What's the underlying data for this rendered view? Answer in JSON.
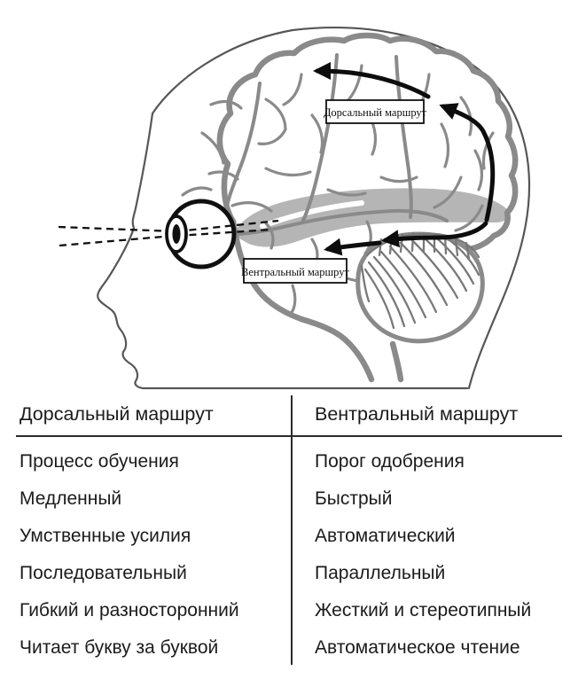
{
  "figure": {
    "dorsal_route_label": "Дорсальный маршрут",
    "ventral_route_label": "Вентральный маршрут",
    "colors": {
      "brain_stroke": "#8a8a8a",
      "head_outline": "#565656",
      "visual_stream_highlight": "#b5b5b5",
      "arrow_ink": "#0d0d0d",
      "text_ink": "#1b1b1b"
    }
  },
  "table": {
    "headers": {
      "left": "Дорсальный маршрут",
      "right": "Вентральный маршрут"
    },
    "rows": [
      {
        "left": "Процесс обучения",
        "right": "Порог одобрения"
      },
      {
        "left": "Медленный",
        "right": "Быстрый"
      },
      {
        "left": "Умственные усилия",
        "right": "Автоматический"
      },
      {
        "left": "Последовательный",
        "right": "Параллельный"
      },
      {
        "left": "Гибкий и разносторонний",
        "right": "Жесткий и стереотипный"
      },
      {
        "left": "Читает букву за буквой",
        "right": "Автоматическое чтение"
      }
    ]
  }
}
